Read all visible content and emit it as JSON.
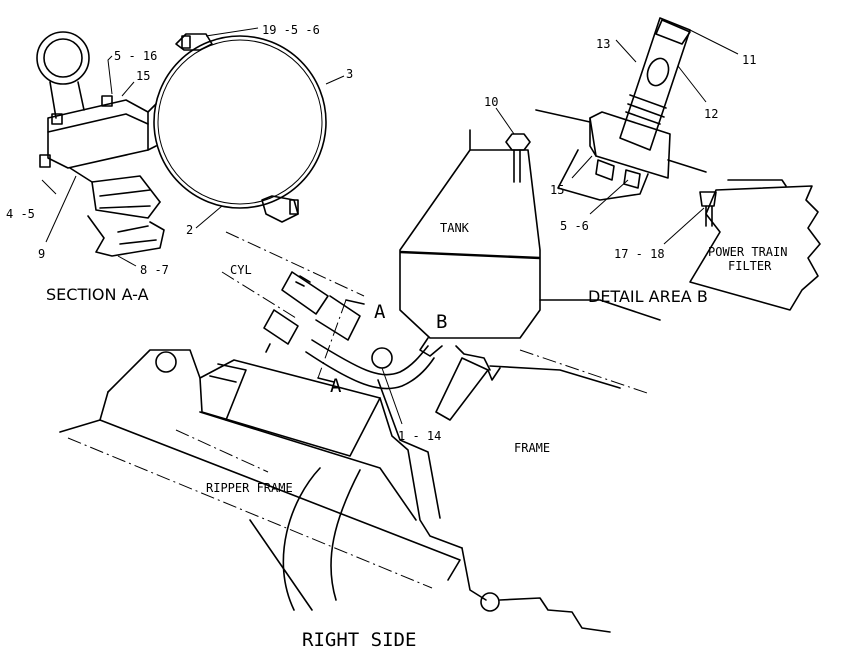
{
  "labels": {
    "callout_19_5_6": "19 -5 -6",
    "callout_5_16": "5 - 16",
    "callout_15_left": "15",
    "callout_3": "3",
    "callout_4_5": "4 -5",
    "callout_9": "9",
    "callout_2": "2",
    "callout_8_7": "8 -7",
    "section_title": "SECTION A-A",
    "callout_10": "10",
    "callout_13": "13",
    "callout_11": "11",
    "callout_12": "12",
    "callout_15_right": "15",
    "callout_5_6": "5 -6",
    "callout_17_18": "17 - 18",
    "detail_title": "DETAIL AREA B",
    "power_train_line1": "POWER TRAIN",
    "power_train_line2": "FILTER",
    "tank": "TANK",
    "cyl": "CYL",
    "section_a_top": "A",
    "section_a_bottom": "A",
    "detail_b": "B",
    "callout_1_14": "1 - 14",
    "frame": "FRAME",
    "ripper_frame": "RIPPER FRAME",
    "view_title": "RIGHT SIDE"
  }
}
